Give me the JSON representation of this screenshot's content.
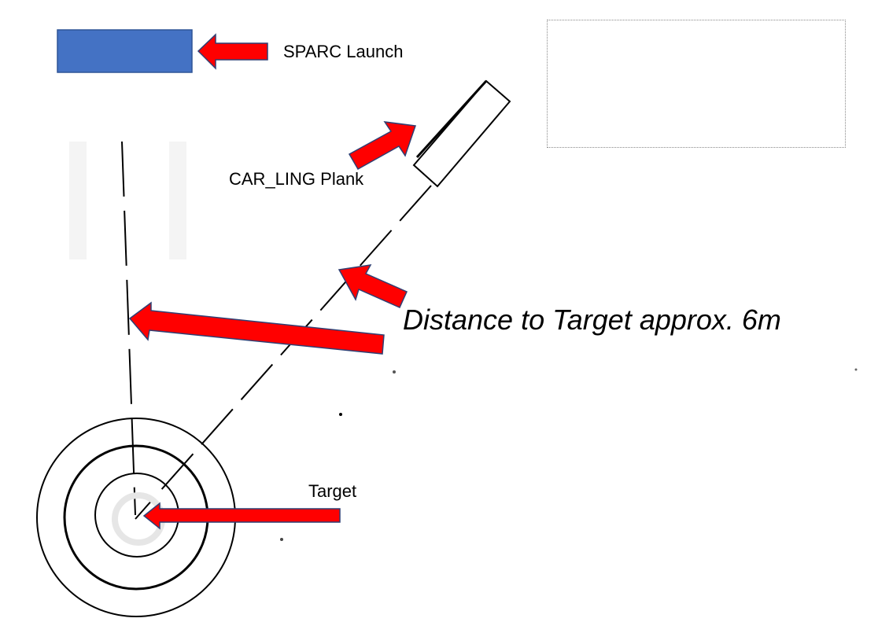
{
  "labels": {
    "sparc_launch": "SPARC Launch",
    "plank": "CAR_LING Plank",
    "target": "Target",
    "distance": "Distance to Target approx. 6m"
  },
  "colors": {
    "launch_block": "#4472C4",
    "arrow_fill": "#FF0000",
    "arrow_stroke": "#2F3F73",
    "ink": "#000000"
  }
}
